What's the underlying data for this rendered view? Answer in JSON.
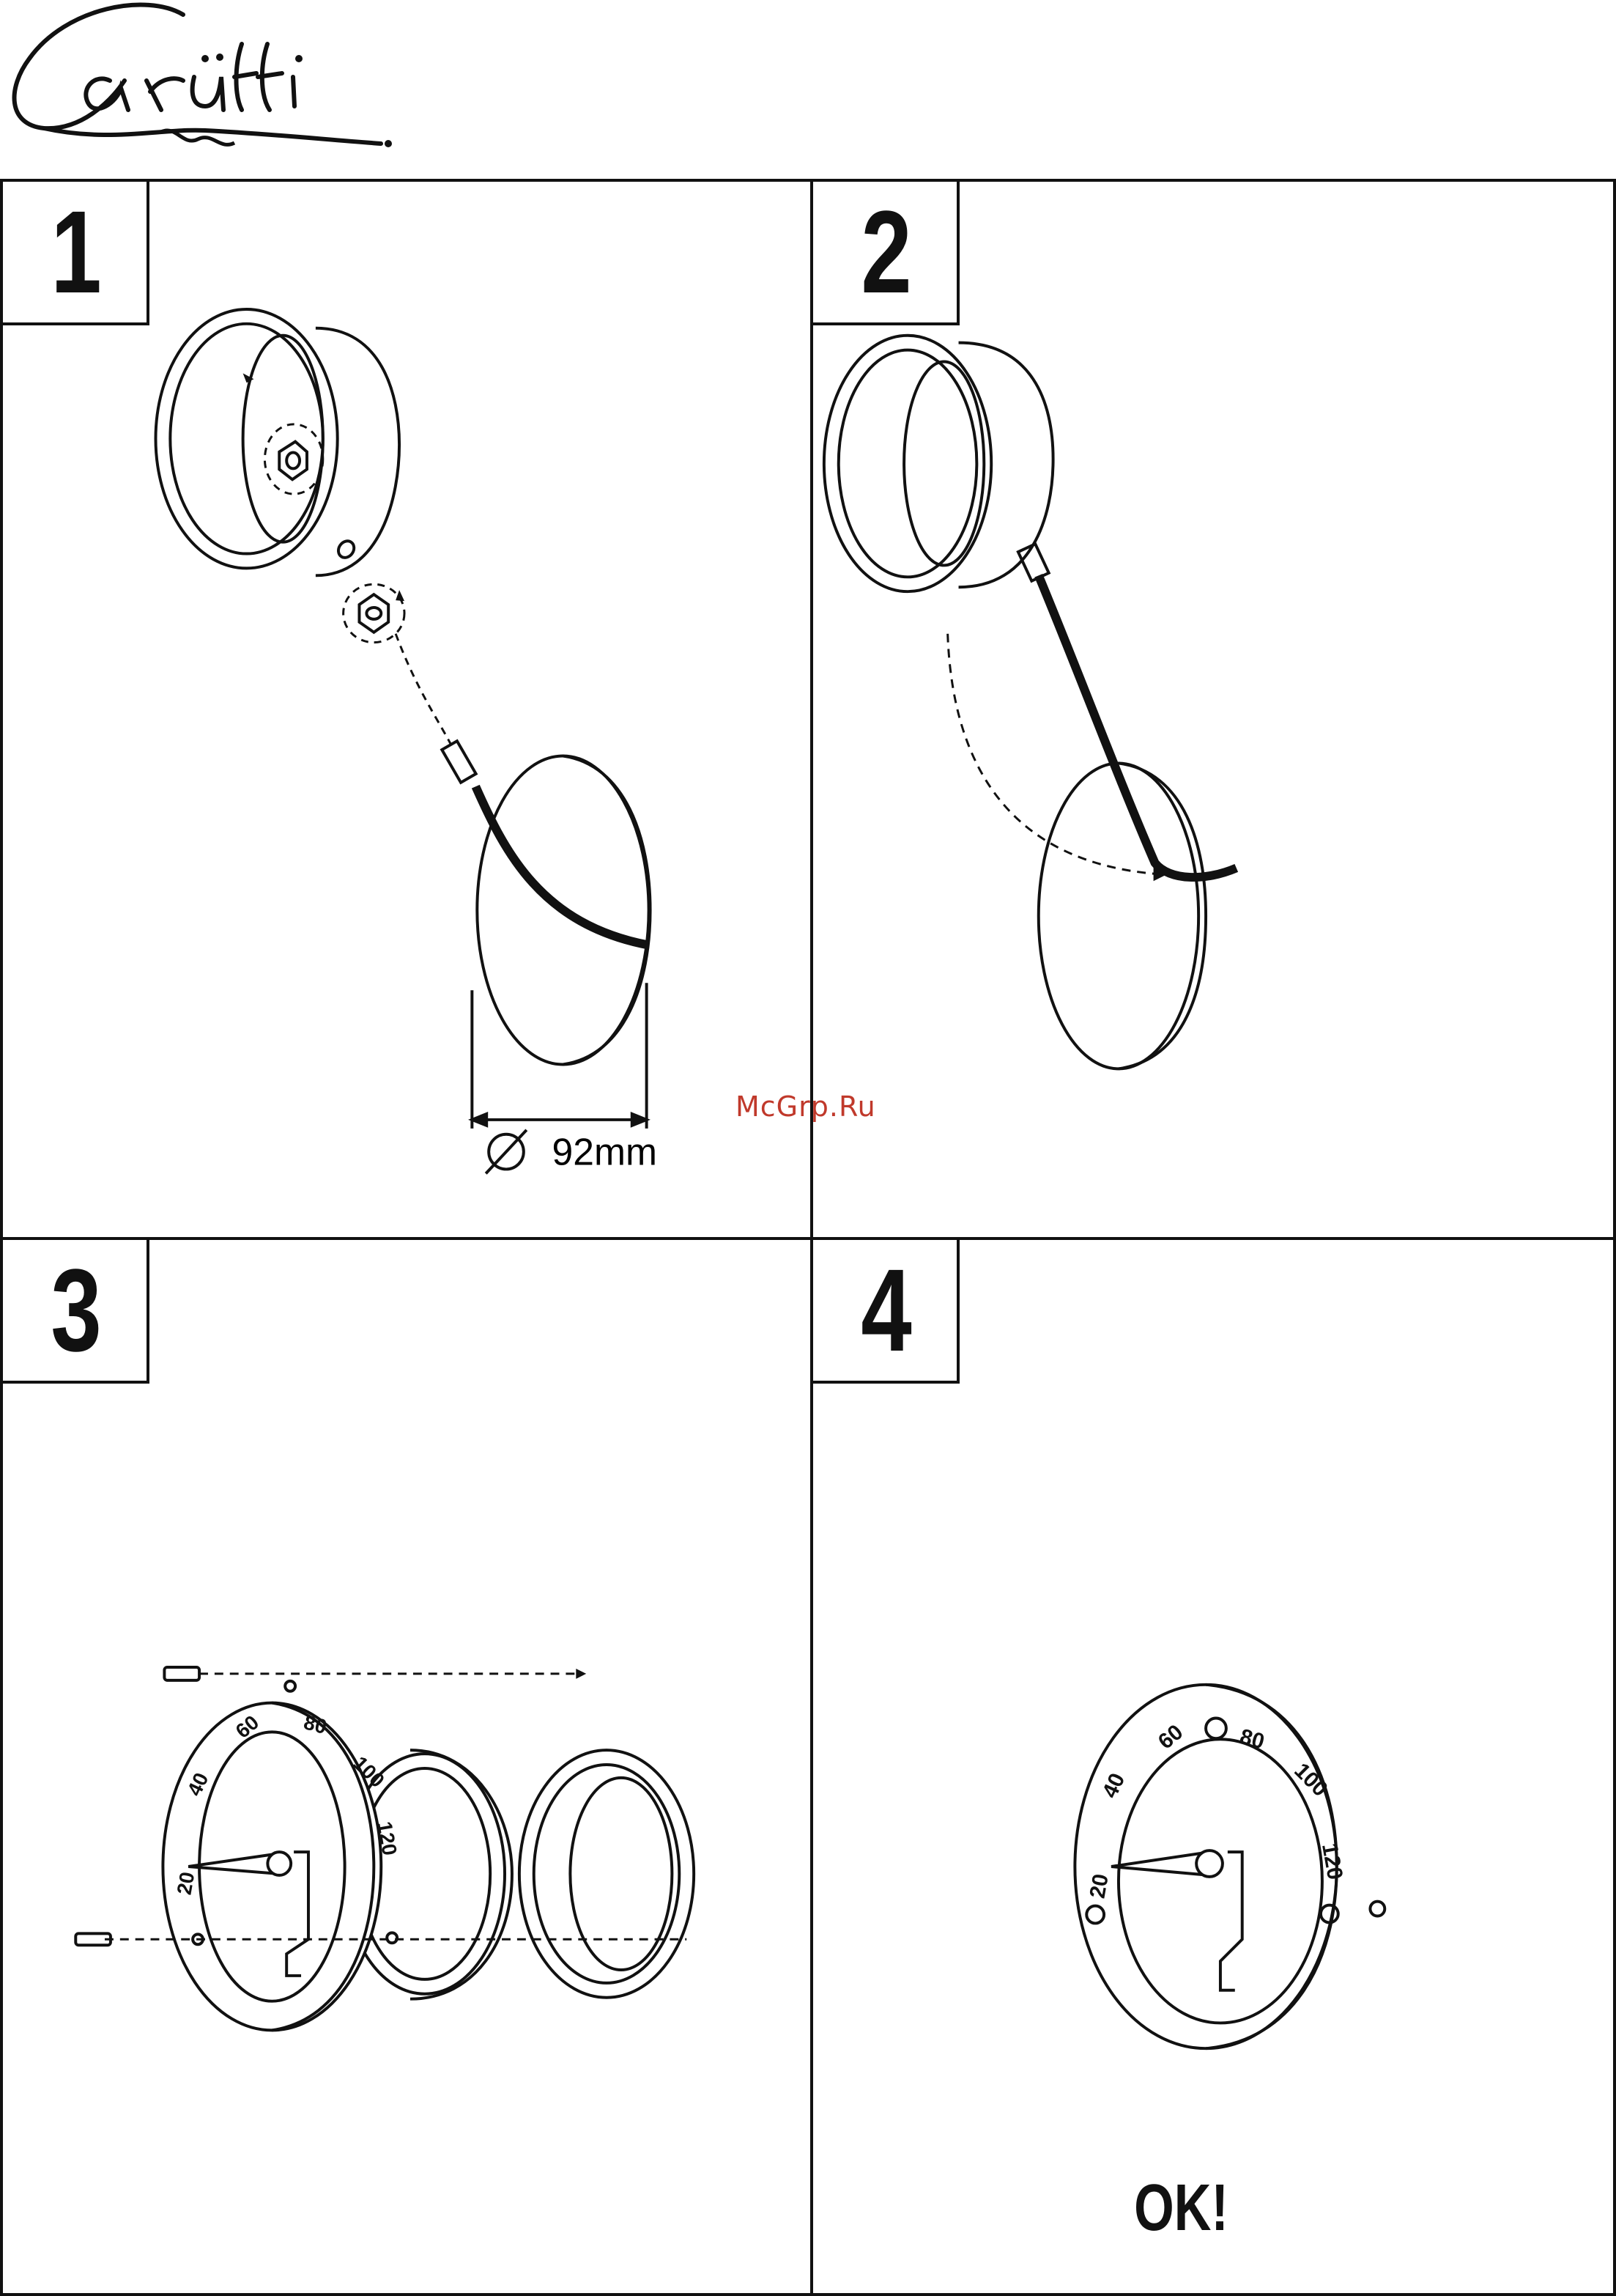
{
  "brand": {
    "logo_text": "Cariitti"
  },
  "watermark": "McGrp.Ru",
  "steps": [
    {
      "number": "1",
      "dimension_label": "92mm"
    },
    {
      "number": "2"
    },
    {
      "number": "3",
      "dial_labels": [
        "20",
        "40",
        "60",
        "80",
        "100",
        "120"
      ]
    },
    {
      "number": "4",
      "dial_labels": [
        "20",
        "40",
        "60",
        "80",
        "100",
        "120"
      ],
      "caption": "OK!"
    }
  ],
  "colors": {
    "line": "#111111",
    "watermark": "#c0392b",
    "background": "#ffffff"
  }
}
